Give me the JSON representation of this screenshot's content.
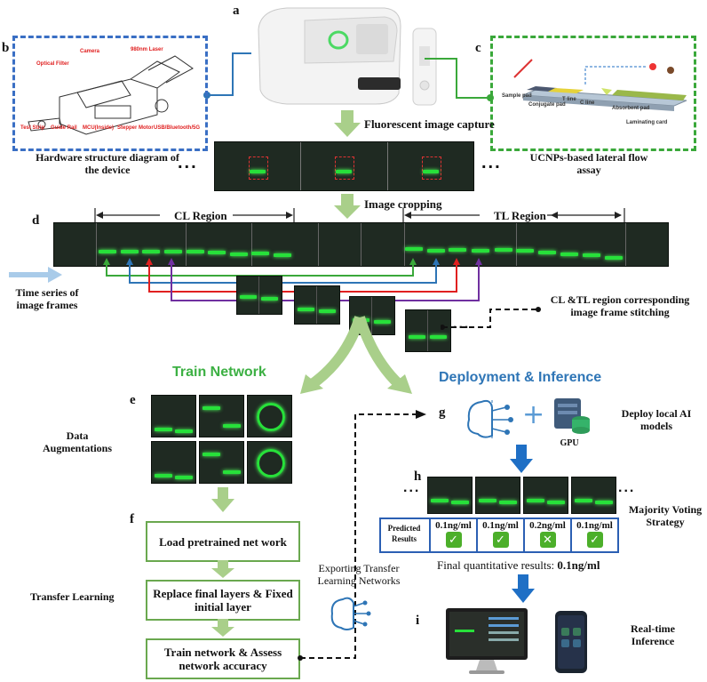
{
  "panels": {
    "a": "a",
    "b": "b",
    "c": "c",
    "d": "d",
    "e": "e",
    "f": "f",
    "g": "g",
    "h": "h",
    "i": "i"
  },
  "hardware": {
    "caption": "Hardware structure diagram of the device",
    "parts": {
      "camera": "Camera",
      "laser": "980nm Laser",
      "optical_filter": "Optical Filter",
      "test_strip": "Test Strip",
      "guide_rail": "Guide Rail",
      "mcu": "MCU(Inside)",
      "stepper": "Stepper Motor",
      "usb": "USB/Bluetooth/5G"
    }
  },
  "lfa": {
    "caption": "UCNPs-based lateral flow assay",
    "parts": {
      "sample_pad": "Sample pad",
      "conjugate_pad": "Conjugate pad",
      "t_line": "T line",
      "c_line": "C line",
      "absorbent_pad": "Absorbent pad",
      "laminating_card": "Laminating card"
    }
  },
  "flow": {
    "capture": "Fluorescent image capture",
    "cropping": "Image cropping",
    "ellipsis": "...",
    "time_series": "Time series of image frames",
    "cl_region": "CL Region",
    "tl_region": "TL Region",
    "stitching": "CL &TL region corresponding image frame stitching"
  },
  "train": {
    "heading": "Train Network",
    "augment": "Data Augmentations",
    "transfer": "Transfer Learning",
    "step1": "Load pretrained net work",
    "step2": "Replace final layers & Fixed initial layer",
    "step3": "Train network & Assess network accuracy",
    "export": "Exporting Transfer Learning Networks"
  },
  "deploy": {
    "heading": "Deployment & Inference",
    "gpu": "GPU",
    "deploy_label": "Deploy local AI models",
    "voting": "Majority Voting Strategy",
    "predicted": "Predicted Results",
    "results": [
      {
        "value": "0.1ng/ml",
        "ok": true
      },
      {
        "value": "0.1ng/ml",
        "ok": true
      },
      {
        "value": "0.2ng/ml",
        "ok": false
      },
      {
        "value": "0.1ng/ml",
        "ok": true
      }
    ],
    "final_label": "Final quantitative results: ",
    "final_value": "0.1ng/ml",
    "realtime": "Real-time Inference"
  },
  "colors": {
    "train_green": "#3cb043",
    "deploy_blue": "#2e75b6",
    "arrow_green": "#a9cf8a",
    "arrow_blue": "#1f6fc5",
    "dash_blue": "#3a6fc4",
    "dash_green": "#3aa83a",
    "band_green": "#27e03a"
  }
}
